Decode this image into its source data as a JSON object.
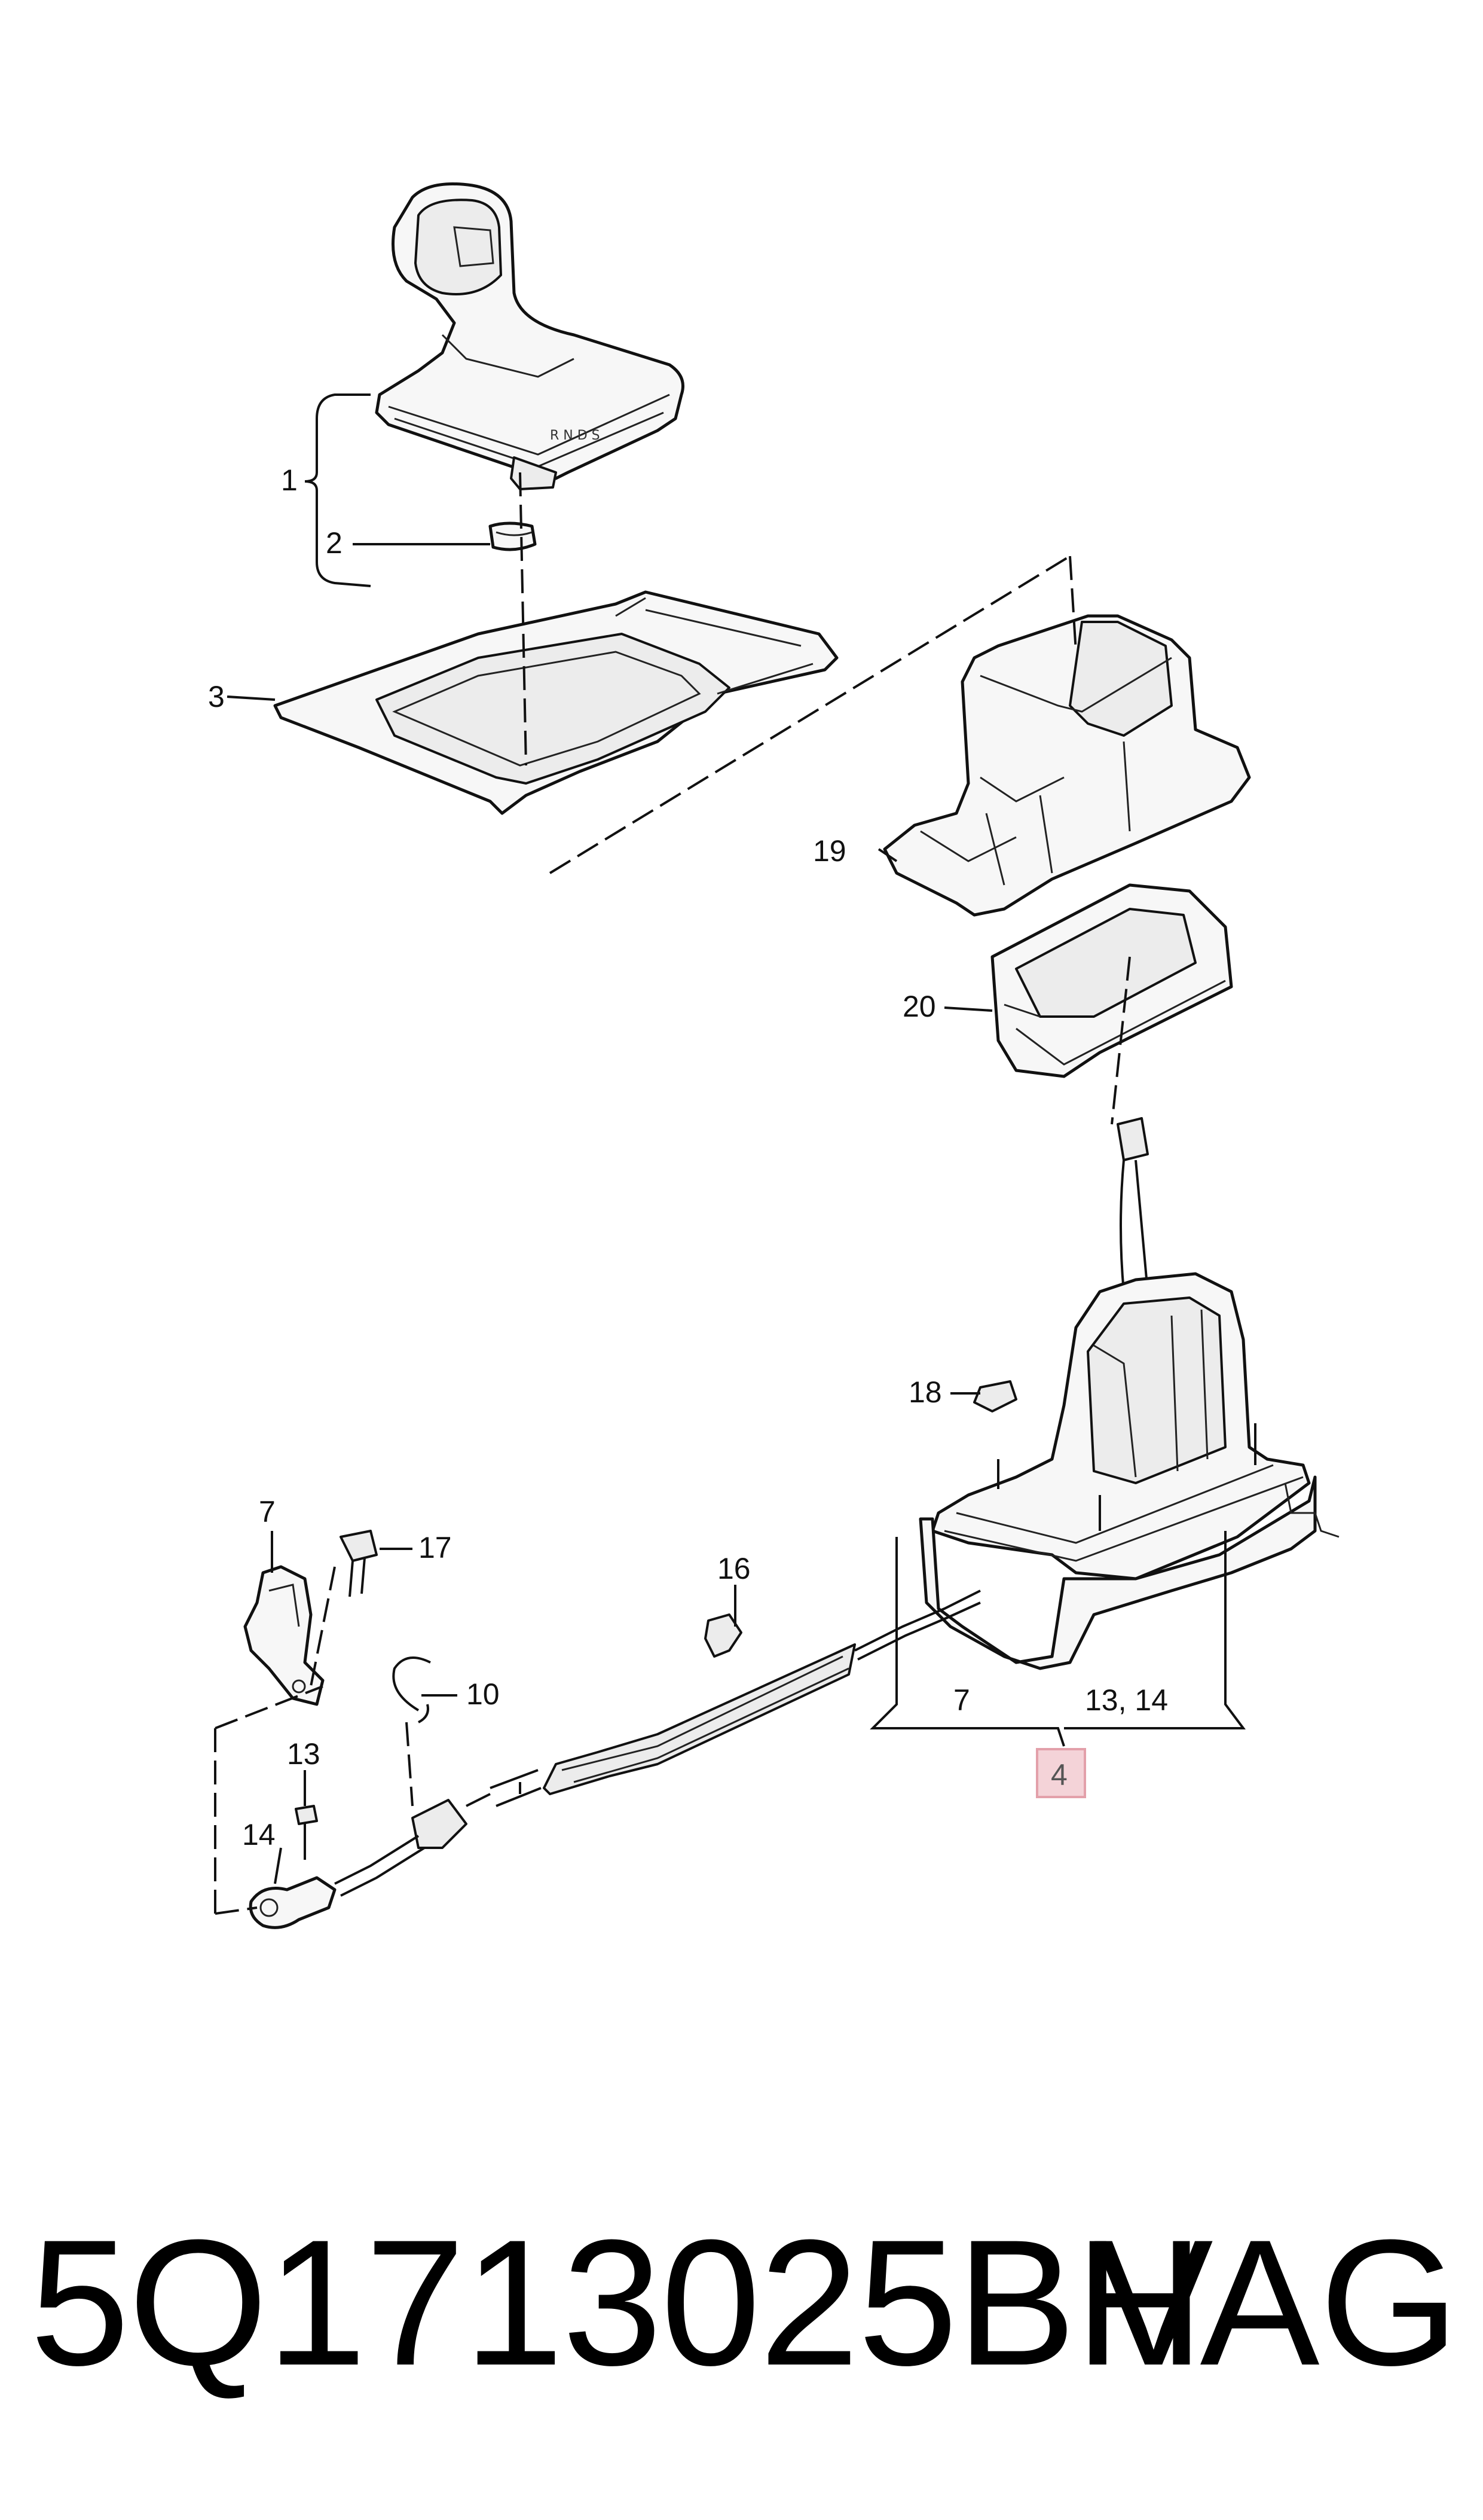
{
  "diagram": {
    "callouts": {
      "c1": "1",
      "c2": "2",
      "c3": "3",
      "c4": "4",
      "c7a": "7",
      "c7b": "7",
      "c10": "10",
      "c13": "13",
      "c1314": "13, 14",
      "c14": "14",
      "c16": "16",
      "c17": "17",
      "c18": "18",
      "c19": "19",
      "c20": "20"
    },
    "highlight_color": "#f4d3d8",
    "highlight_border": "#e3a0aa"
  },
  "footer": {
    "part_number": "5Q1713025BH",
    "brand": "VAG"
  }
}
